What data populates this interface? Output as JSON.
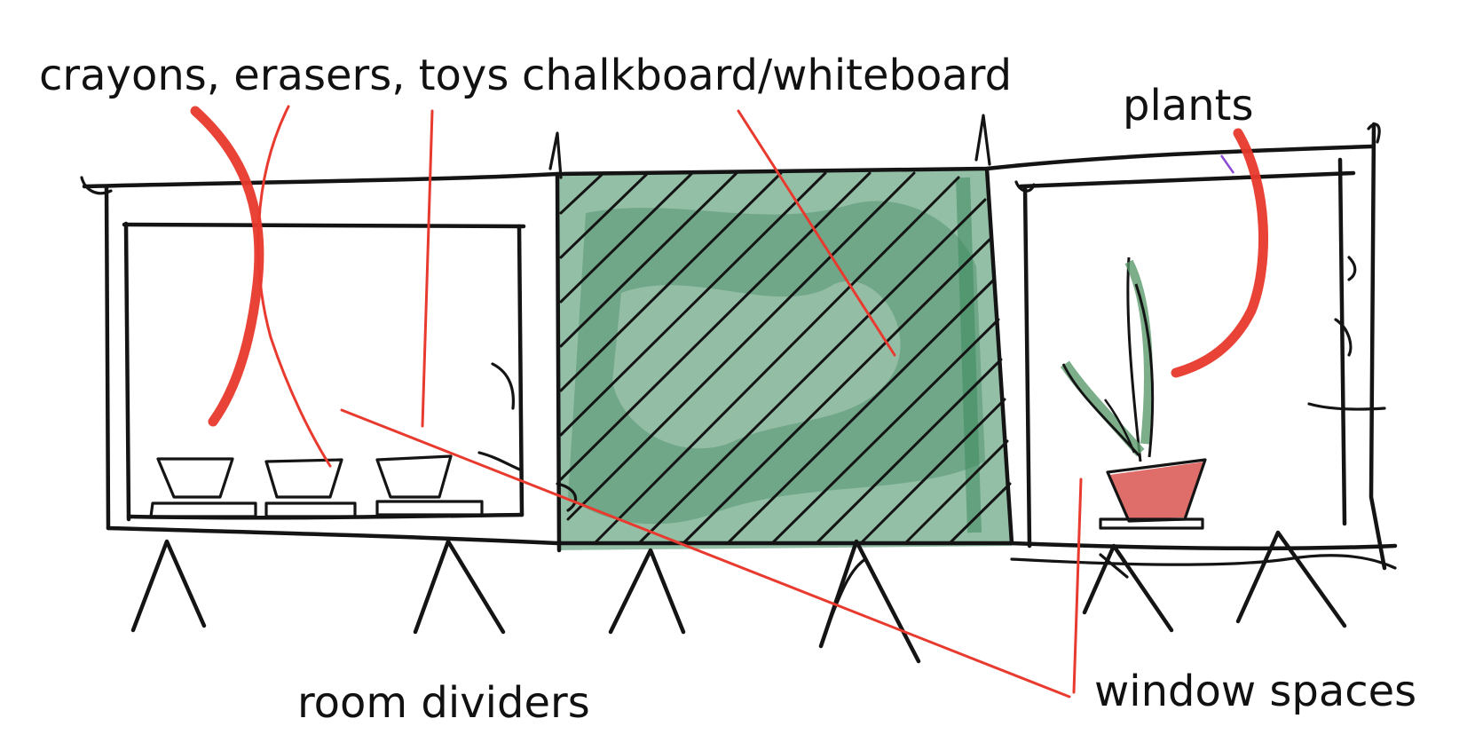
{
  "labels": {
    "crayons": "crayons, erasers, toys",
    "chalkboard": "chalkboard/whiteboard",
    "plants": "plants",
    "room_dividers": "room dividers",
    "window_spaces": "window spaces"
  },
  "colors": {
    "ink": "#141414",
    "annotation_red": "#e83a2e",
    "board_green": "#3d8a5e",
    "pot_red": "#d9534f",
    "leaf_green": "#5a9a6c"
  }
}
